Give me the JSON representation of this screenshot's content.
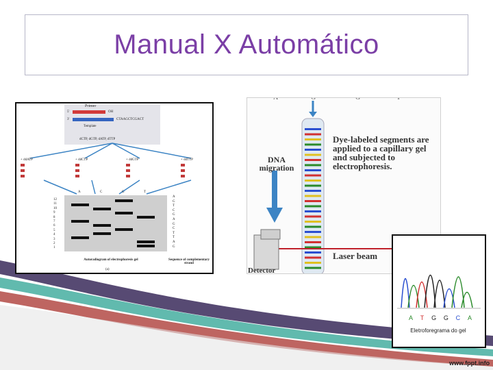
{
  "slide": {
    "title": "Manual X Automático",
    "source": "www.fppt.info"
  },
  "left_figure": {
    "primer": "Primer",
    "oh": "OH",
    "end5": "5'",
    "end3": "3'",
    "template_seq": "CTAAGCTCGACT",
    "template": "Template",
    "nucleotides": "dCTP, dGTP, dATP, dTTP",
    "additions": [
      "+ ddATP",
      "+ ddCTP",
      "+ ddGTP",
      "+ ddTTP"
    ],
    "lanes": [
      "A",
      "C",
      "G",
      "T"
    ],
    "ladder": [
      "12",
      "11",
      "10",
      "9",
      "8",
      "7",
      "6",
      "5",
      "4",
      "3",
      "2",
      "1"
    ],
    "sequence_read": [
      "A",
      "G",
      "T",
      "C",
      "G",
      "A",
      "G",
      "C",
      "T",
      "T",
      "A",
      "G"
    ],
    "caption_autoradiogram": "Autoradiogram of electrophoresis gel",
    "caption_sequence": "Sequence of complementary strand",
    "panel_label": "(a)"
  },
  "right_figure": {
    "top_letters": [
      "A",
      "G",
      "G",
      "T"
    ],
    "dye_text": "Dye-labeled segments are applied to a capillary gel and subjected to electrophoresis.",
    "migration_text": "DNA migration",
    "laser_text": "Laser beam",
    "detector_text": "Detector"
  },
  "chromatogram": {
    "bases": [
      {
        "letter": "A",
        "color": "#2a8a2a"
      },
      {
        "letter": "T",
        "color": "#d23030"
      },
      {
        "letter": "G",
        "color": "#222222"
      },
      {
        "letter": "G",
        "color": "#222222"
      },
      {
        "letter": "C",
        "color": "#2a4fd0"
      },
      {
        "letter": "A",
        "color": "#2a8a2a"
      }
    ],
    "caption": "Eletroforegrama do gel"
  },
  "colors": {
    "title": "#7b3fa6",
    "swoosh_purple": "#3a2a5a",
    "swoosh_teal": "#3aa99a",
    "swoosh_red": "#a8322c",
    "laser": "#c0202a",
    "arrow_blue": "#3c84c4"
  }
}
